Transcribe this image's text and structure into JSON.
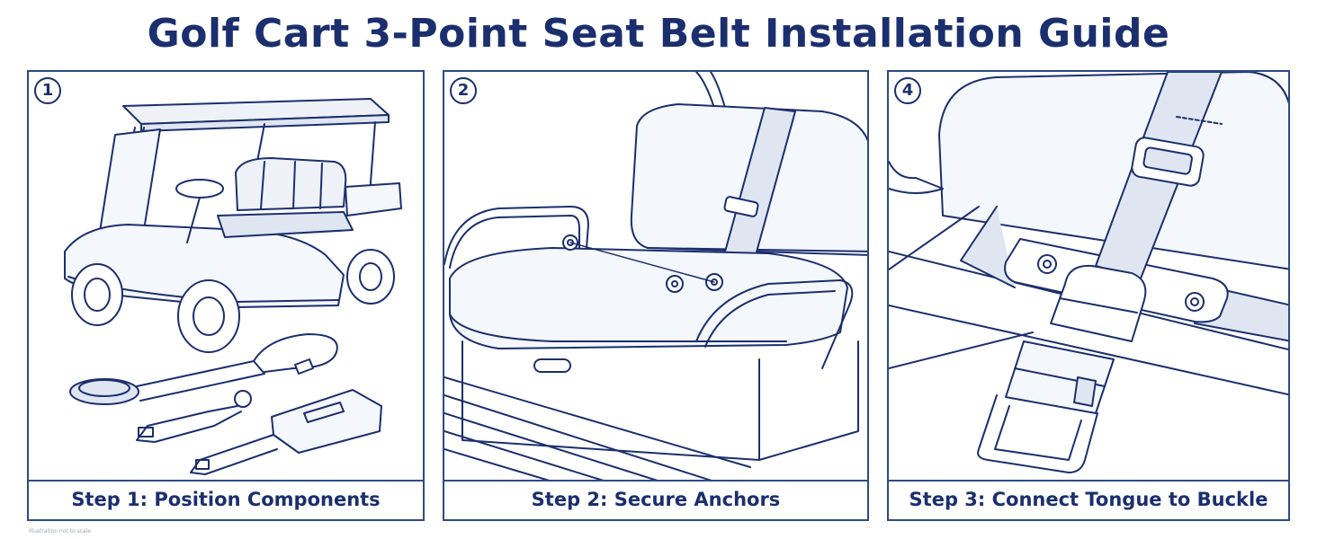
{
  "title": "Golf Cart 3-Point Seat Belt Installation Guide",
  "panels": [
    {
      "number": "1",
      "caption": "Step 1: Position Components",
      "illustration": "golf-cart-and-belt-components"
    },
    {
      "number": "2",
      "caption": "Step 2: Secure Anchors",
      "illustration": "seat-with-anchored-belt"
    },
    {
      "number": "4",
      "caption": "Step 3: Connect Tongue to Buckle",
      "illustration": "tongue-into-buckle-closeup"
    }
  ],
  "footnote": "Illustration not to scale",
  "colors": {
    "ink": "#1b2f6e",
    "line": "#2c4a86",
    "shade": "#dfe6f2",
    "background": "#ffffff"
  }
}
